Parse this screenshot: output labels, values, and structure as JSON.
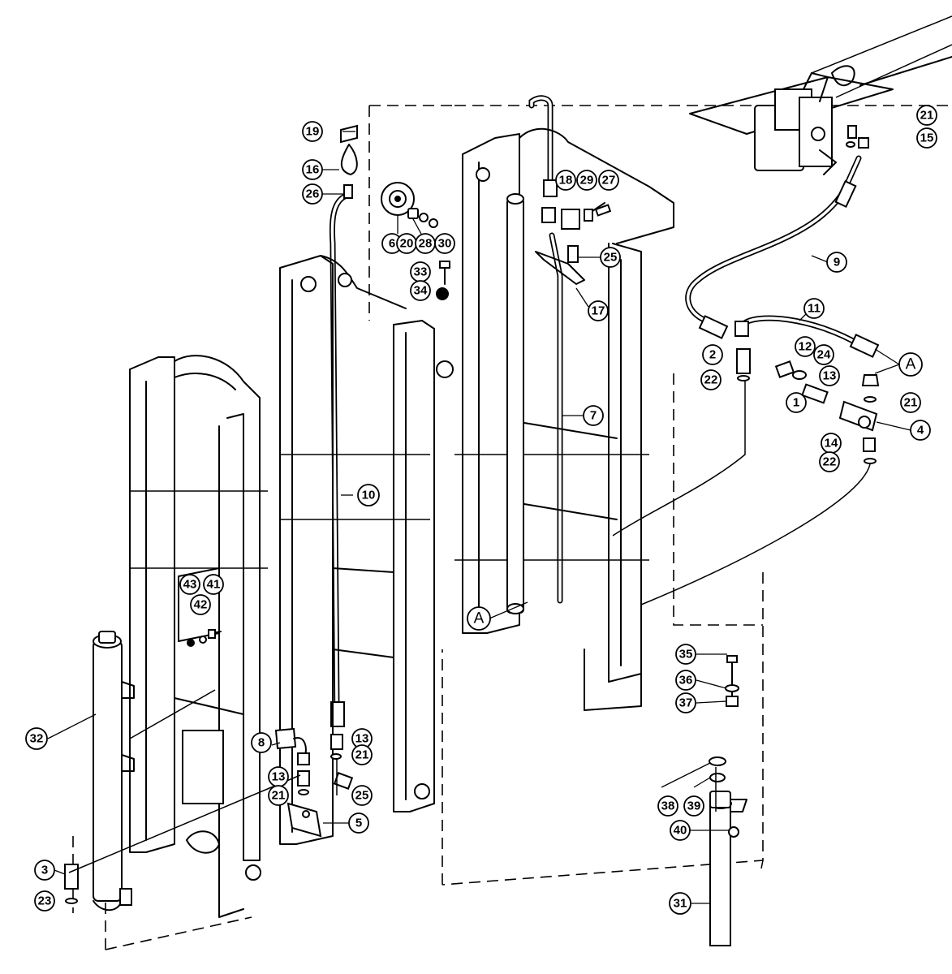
{
  "callouts": [
    {
      "id": "c1",
      "label": "1"
    },
    {
      "id": "c2",
      "label": "2"
    },
    {
      "id": "c3",
      "label": "3"
    },
    {
      "id": "c4",
      "label": "4"
    },
    {
      "id": "c5",
      "label": "5"
    },
    {
      "id": "c6",
      "label": "6"
    },
    {
      "id": "c7",
      "label": "7"
    },
    {
      "id": "c8",
      "label": "8"
    },
    {
      "id": "c9",
      "label": "9"
    },
    {
      "id": "c10",
      "label": "10"
    },
    {
      "id": "c11",
      "label": "11"
    },
    {
      "id": "c12",
      "label": "12"
    },
    {
      "id": "c13a",
      "label": "13"
    },
    {
      "id": "c13b",
      "label": "13"
    },
    {
      "id": "c13c",
      "label": "13"
    },
    {
      "id": "c14",
      "label": "14"
    },
    {
      "id": "c15",
      "label": "15"
    },
    {
      "id": "c16",
      "label": "16"
    },
    {
      "id": "c17",
      "label": "17"
    },
    {
      "id": "c18",
      "label": "18"
    },
    {
      "id": "c19",
      "label": "19"
    },
    {
      "id": "c20",
      "label": "20"
    },
    {
      "id": "c21a",
      "label": "21"
    },
    {
      "id": "c21b",
      "label": "21"
    },
    {
      "id": "c21c",
      "label": "21"
    },
    {
      "id": "c21d",
      "label": "21"
    },
    {
      "id": "c22a",
      "label": "22"
    },
    {
      "id": "c22b",
      "label": "22"
    },
    {
      "id": "c23",
      "label": "23"
    },
    {
      "id": "c24",
      "label": "24"
    },
    {
      "id": "c25a",
      "label": "25"
    },
    {
      "id": "c25b",
      "label": "25"
    },
    {
      "id": "c26",
      "label": "26"
    },
    {
      "id": "c27",
      "label": "27"
    },
    {
      "id": "c28",
      "label": "28"
    },
    {
      "id": "c29",
      "label": "29"
    },
    {
      "id": "c30",
      "label": "30"
    },
    {
      "id": "c31",
      "label": "31"
    },
    {
      "id": "c32",
      "label": "32"
    },
    {
      "id": "c33",
      "label": "33"
    },
    {
      "id": "c34",
      "label": "34"
    },
    {
      "id": "c35",
      "label": "35"
    },
    {
      "id": "c36",
      "label": "36"
    },
    {
      "id": "c37",
      "label": "37"
    },
    {
      "id": "c38",
      "label": "38"
    },
    {
      "id": "c39",
      "label": "39"
    },
    {
      "id": "c40",
      "label": "40"
    },
    {
      "id": "c41",
      "label": "41"
    },
    {
      "id": "c42",
      "label": "42"
    },
    {
      "id": "c43",
      "label": "43"
    },
    {
      "id": "cA1",
      "label": "A"
    },
    {
      "id": "cA2",
      "label": "A"
    }
  ]
}
